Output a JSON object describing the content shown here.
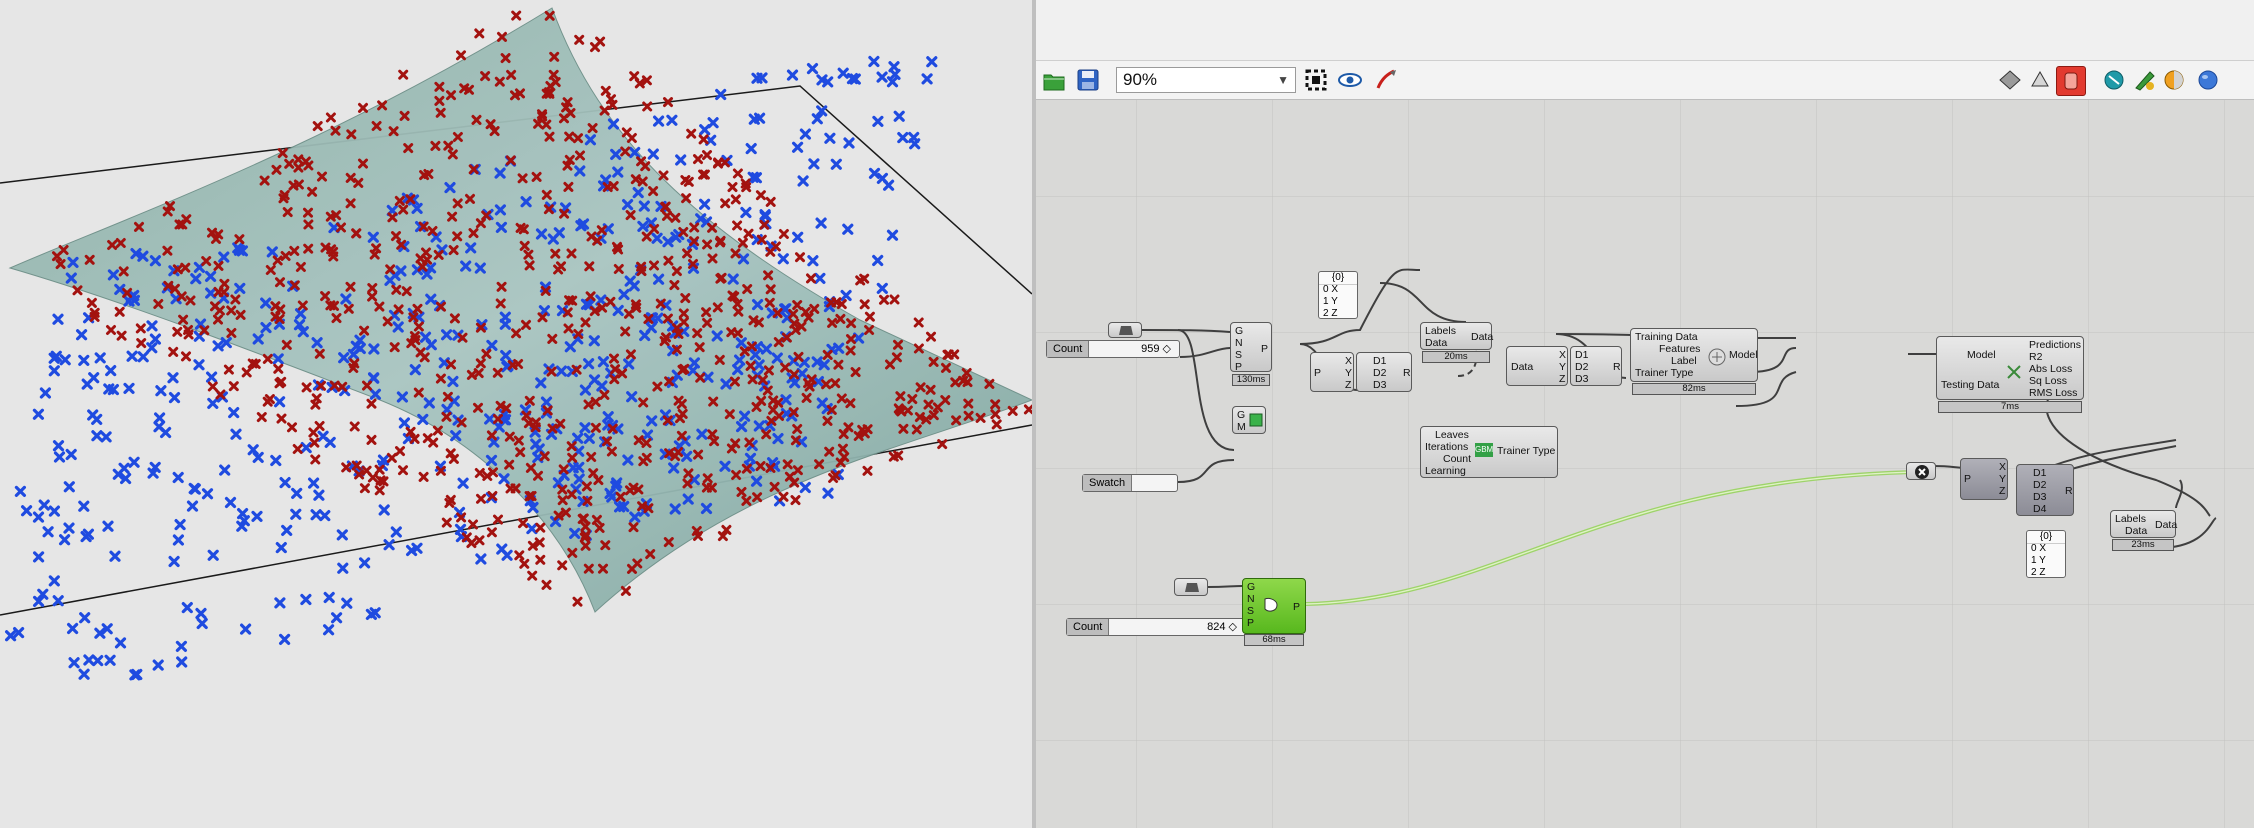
{
  "viewport": {
    "name": "Rhino 3D viewport"
  },
  "toolbar": {
    "zoom_value": "90%",
    "icons": [
      "open-file-icon",
      "save-file-icon",
      "zoom-extents-icon",
      "preview-eye-icon",
      "sketch-icon",
      "preview-wire-icon",
      "preview-shaded-icon",
      "preview-selected-icon",
      "bake-icon",
      "color-icon",
      "sphere-icon"
    ]
  },
  "canvas": {
    "count_slider_1": {
      "name": "Count",
      "value": "959 ◇"
    },
    "count_slider_2": {
      "name": "Count",
      "value": "824 ◇"
    },
    "swatch": {
      "name": "Swatch"
    },
    "populate_1": {
      "inputs": [
        "G",
        "N",
        "S",
        "P"
      ],
      "output": "P",
      "time": "130ms"
    },
    "populate_2": {
      "inputs": [
        "G",
        "N",
        "S",
        "P"
      ],
      "output": "P",
      "time": "68ms"
    },
    "mesh_comp": {
      "inputs": [
        "G",
        "M"
      ]
    },
    "decompose_1": {
      "input": "P",
      "outputs": [
        "X",
        "Y",
        "Z"
      ]
    },
    "decompose_2": {
      "input": "P",
      "outputs": [
        "X",
        "Y",
        "Z"
      ]
    },
    "features_1": {
      "inputs": [
        "D1",
        "D2",
        "D3"
      ],
      "output": "R"
    },
    "features_2": {
      "inputs": [
        "D1",
        "D2",
        "D3",
        "D4"
      ],
      "output": "R"
    },
    "panel_1": {
      "header": "{0}",
      "rows": [
        [
          "0",
          "X"
        ],
        [
          "1",
          "Y"
        ],
        [
          "2",
          "Z"
        ]
      ]
    },
    "panel_2": {
      "header": "{0}",
      "rows": [
        [
          "0",
          "X"
        ],
        [
          "1",
          "Y"
        ],
        [
          "2",
          "Z"
        ]
      ]
    },
    "label_data_1": {
      "inputs": [
        "Labels",
        "Data"
      ],
      "output": "Data",
      "time": "20ms"
    },
    "label_data_2": {
      "inputs": [
        "Labels",
        "Data"
      ],
      "output": "Data",
      "time": "23ms"
    },
    "split": {
      "input": "Data",
      "outputs": [
        "X",
        "Y",
        "Z"
      ]
    },
    "features_3": {
      "inputs": [
        "D1",
        "D2",
        "D3"
      ],
      "output": "R"
    },
    "trainer": {
      "inputs": [
        "Training Data",
        "Features",
        "Label",
        "Trainer Type"
      ],
      "output": "Model",
      "time": "82ms"
    },
    "trainer_type": {
      "inputs": [
        "Leaves",
        "Iterations",
        "Count",
        "Learning"
      ],
      "output": "Trainer Type",
      "badge": "GBM"
    },
    "predictor": {
      "inputs": [
        "Model",
        "Testing Data"
      ],
      "outputs": [
        "Predictions",
        "R2",
        "Abs Loss",
        "Sq Loss",
        "RMS Loss"
      ],
      "time": "7ms"
    }
  }
}
